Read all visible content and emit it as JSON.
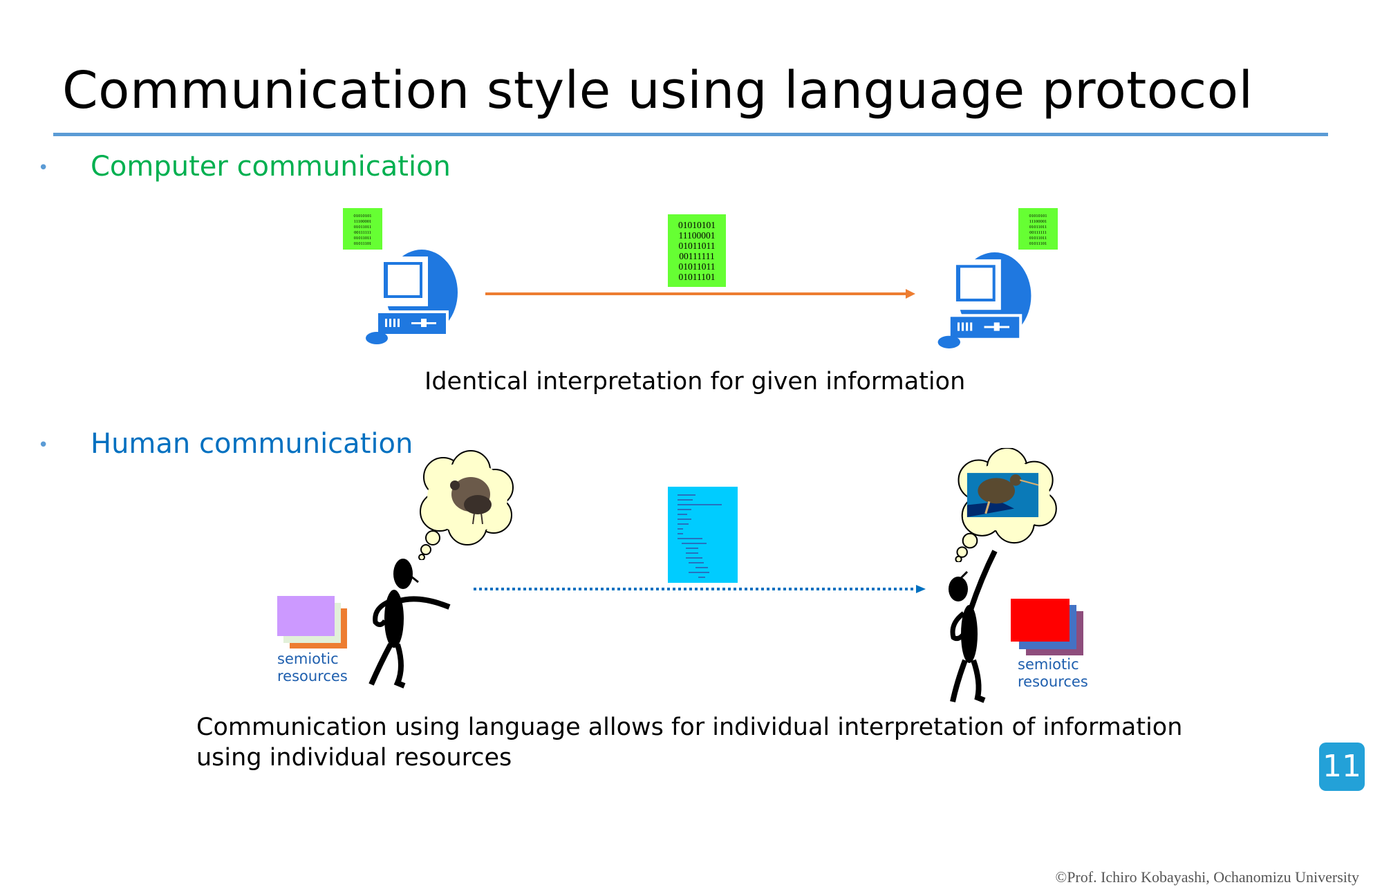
{
  "slide": {
    "title": "Communication style using language protocol",
    "bullets": [
      {
        "label": "Computer communication",
        "color": "#00b050"
      },
      {
        "label": "Human communication",
        "color": "#0070c0"
      }
    ],
    "bullet_glyph": "•",
    "computer_section": {
      "binary_lines": [
        "01010101",
        "11100001",
        "01011011",
        "00111111",
        "01011011",
        "01011101"
      ],
      "caption": "Identical interpretation for given information"
    },
    "human_section": {
      "left_resources_label_1": "semiotic",
      "left_resources_label_2": "resources",
      "right_resources_label_1": "semiotic",
      "right_resources_label_2": "resources",
      "caption_line_1": "Communication using language allows for individual interpretation of information",
      "caption_line_2": "using individual resources"
    },
    "page_number": "11",
    "copyright": "©Prof. Ichiro Kobayashi, Ochanomizu University"
  },
  "colors": {
    "rule": "#5b9bd5",
    "arrow_orange": "#ed7d31",
    "arrow_blue": "#0070c0",
    "binary_box": "#66ff33",
    "doc_box": "#00ccff",
    "computer_blue": "#1f78e0"
  }
}
